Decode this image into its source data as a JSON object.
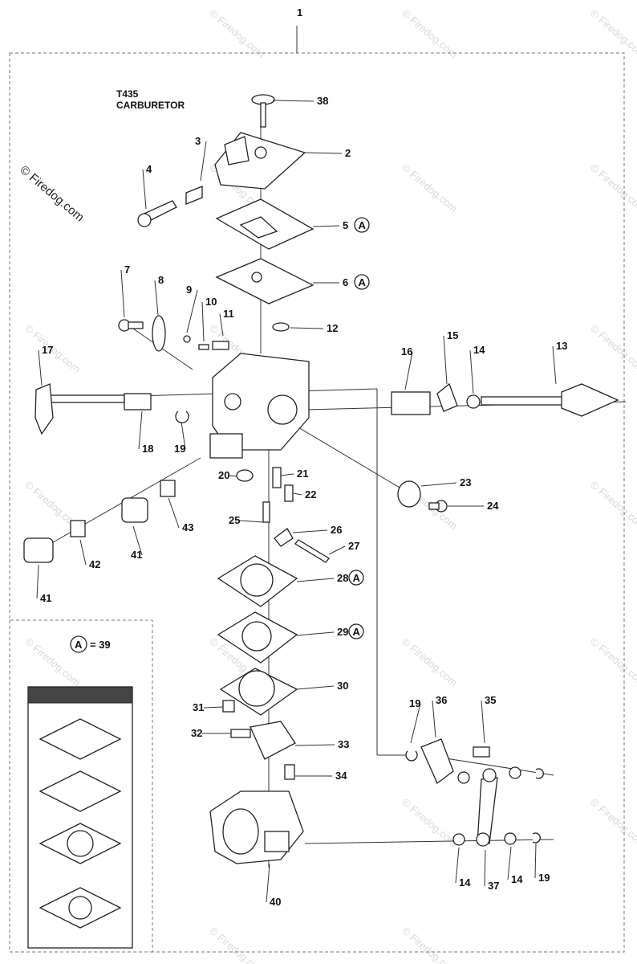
{
  "header": {
    "model": "T435",
    "assembly": "CARBURETOR"
  },
  "copyright": "© Firedog.com",
  "watermark": "© Firedog.com",
  "kit": {
    "marker": "A",
    "equals": "= 39"
  },
  "callouts": [
    {
      "id": "c1",
      "text": "1"
    },
    {
      "id": "c38",
      "text": "38"
    },
    {
      "id": "c2",
      "text": "2"
    },
    {
      "id": "c3",
      "text": "3"
    },
    {
      "id": "c4",
      "text": "4"
    },
    {
      "id": "c5",
      "text": "5",
      "kit": true
    },
    {
      "id": "c6",
      "text": "6",
      "kit": true
    },
    {
      "id": "c7",
      "text": "7"
    },
    {
      "id": "c8",
      "text": "8"
    },
    {
      "id": "c9",
      "text": "9"
    },
    {
      "id": "c10",
      "text": "10"
    },
    {
      "id": "c11",
      "text": "11"
    },
    {
      "id": "c12",
      "text": "12"
    },
    {
      "id": "c13",
      "text": "13"
    },
    {
      "id": "c14a",
      "text": "14"
    },
    {
      "id": "c15",
      "text": "15"
    },
    {
      "id": "c16",
      "text": "16"
    },
    {
      "id": "c17",
      "text": "17"
    },
    {
      "id": "c18",
      "text": "18"
    },
    {
      "id": "c19a",
      "text": "19"
    },
    {
      "id": "c20",
      "text": "20"
    },
    {
      "id": "c21",
      "text": "21"
    },
    {
      "id": "c22",
      "text": "22"
    },
    {
      "id": "c23",
      "text": "23"
    },
    {
      "id": "c24",
      "text": "24"
    },
    {
      "id": "c25",
      "text": "25"
    },
    {
      "id": "c26",
      "text": "26"
    },
    {
      "id": "c27",
      "text": "27"
    },
    {
      "id": "c28",
      "text": "28",
      "kit": true
    },
    {
      "id": "c29",
      "text": "29",
      "kit": true
    },
    {
      "id": "c30",
      "text": "30"
    },
    {
      "id": "c31",
      "text": "31"
    },
    {
      "id": "c32",
      "text": "32"
    },
    {
      "id": "c33",
      "text": "33"
    },
    {
      "id": "c34",
      "text": "34"
    },
    {
      "id": "c35",
      "text": "35"
    },
    {
      "id": "c36",
      "text": "36"
    },
    {
      "id": "c19b",
      "text": "19"
    },
    {
      "id": "c14b",
      "text": "14"
    },
    {
      "id": "c37",
      "text": "37"
    },
    {
      "id": "c14c",
      "text": "14"
    },
    {
      "id": "c19c",
      "text": "19"
    },
    {
      "id": "c40",
      "text": "40"
    },
    {
      "id": "c41a",
      "text": "41"
    },
    {
      "id": "c41b",
      "text": "41"
    },
    {
      "id": "c42",
      "text": "42"
    },
    {
      "id": "c43",
      "text": "43"
    }
  ]
}
